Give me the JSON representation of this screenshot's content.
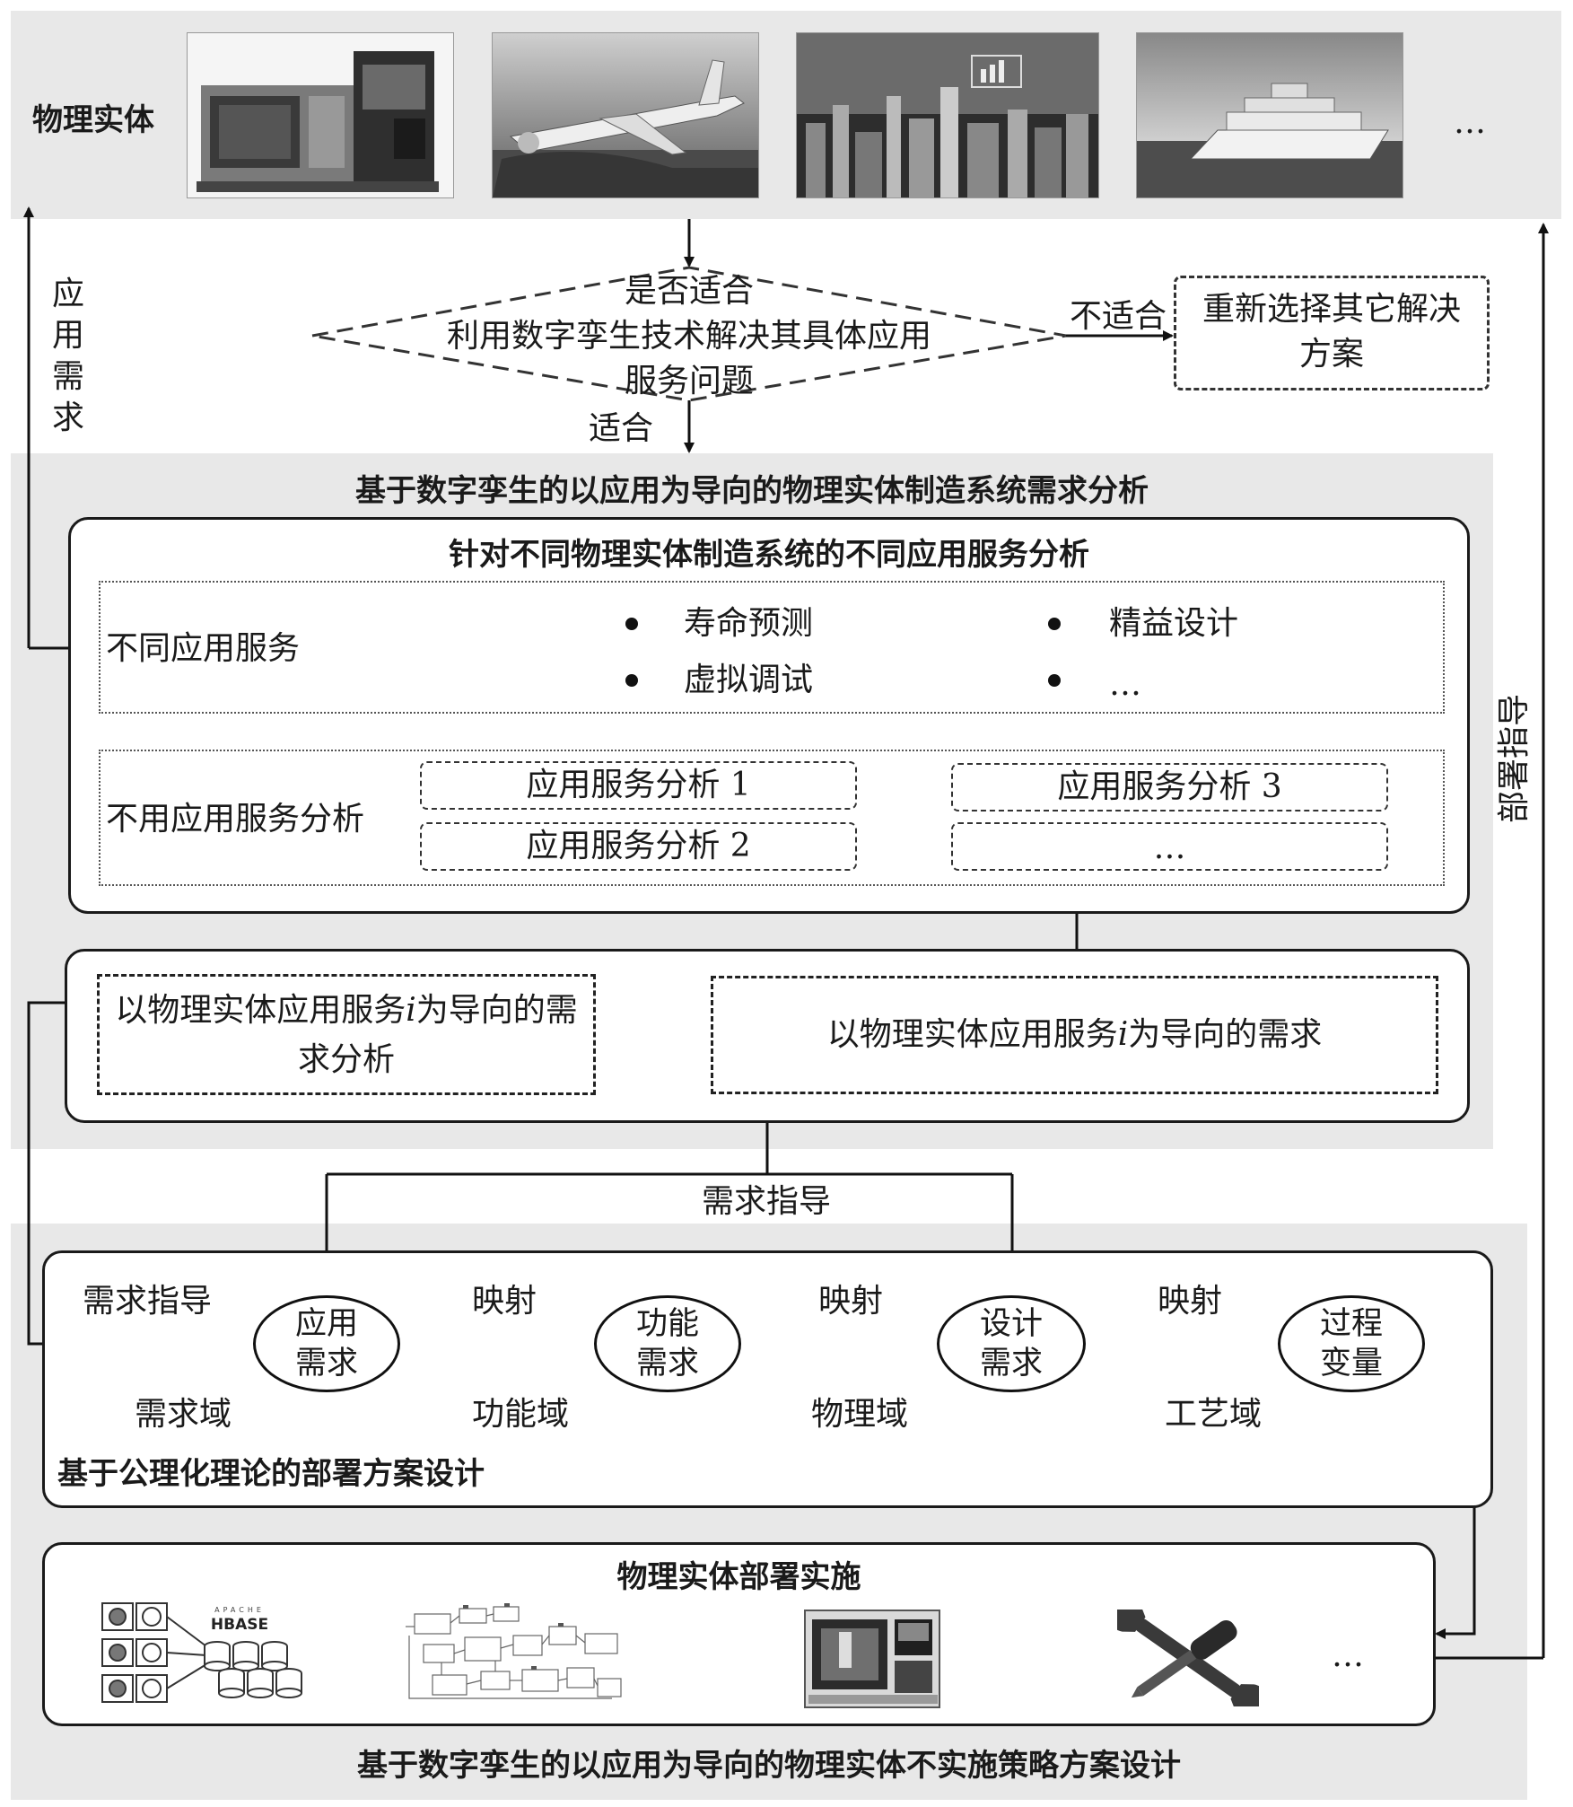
{
  "physical": {
    "label": "物理实体",
    "items": [
      "machine-tool-photo",
      "airplane-photo",
      "smart-city-photo",
      "cruise-ship-photo"
    ],
    "ellipsis": "…"
  },
  "decision": {
    "line1": "是否适合",
    "line2": "利用数字孪生技术解决其具体应用",
    "line3": "服务问题",
    "no_label": "不适合",
    "yes_label": "适合"
  },
  "alternative": {
    "line1": "重新选择其它解决",
    "line2": "方案"
  },
  "side_left": "应用需求",
  "side_right": "部署指导",
  "analysis": {
    "title": "基于数字孪生的以应用为导向的物理实体制造系统需求分析",
    "inner_title": "针对不同物理实体制造系统的不同应用服务分析",
    "services_label": "不同应用服务",
    "services": [
      "寿命预测",
      "精益设计",
      "虚拟调试",
      "…"
    ],
    "analysis_label": "不用应用服务分析",
    "analysis_items": [
      "应用服务分析 1",
      "应用服务分析 3",
      "应用服务分析  2",
      "…"
    ],
    "req_right": "以物理实体应用服务i为导向的需求",
    "req_left_line1": "以物理实体应用服务i为导向的需",
    "req_left_line2": "求分析"
  },
  "guide": {
    "top": "需求指导",
    "left": "需求指导"
  },
  "axiomatic": {
    "nodes": [
      {
        "l1": "应用",
        "l2": "需求"
      },
      {
        "l1": "功能",
        "l2": "需求"
      },
      {
        "l1": "设计",
        "l2": "需求"
      },
      {
        "l1": "过程",
        "l2": "变量"
      }
    ],
    "map_label": "映射",
    "domains": [
      "需求域",
      "功能域",
      "物理域",
      "工艺域"
    ],
    "title": "基于公理化理论的部署方案设计"
  },
  "deploy": {
    "title": "物理实体部署实施",
    "hbase_logo": "HBASE",
    "apache_logo": "APACHE",
    "ellipsis": "…",
    "bottom_title": "基于数字孪生的以应用为导向的物理实体不实施策略方案设计"
  }
}
